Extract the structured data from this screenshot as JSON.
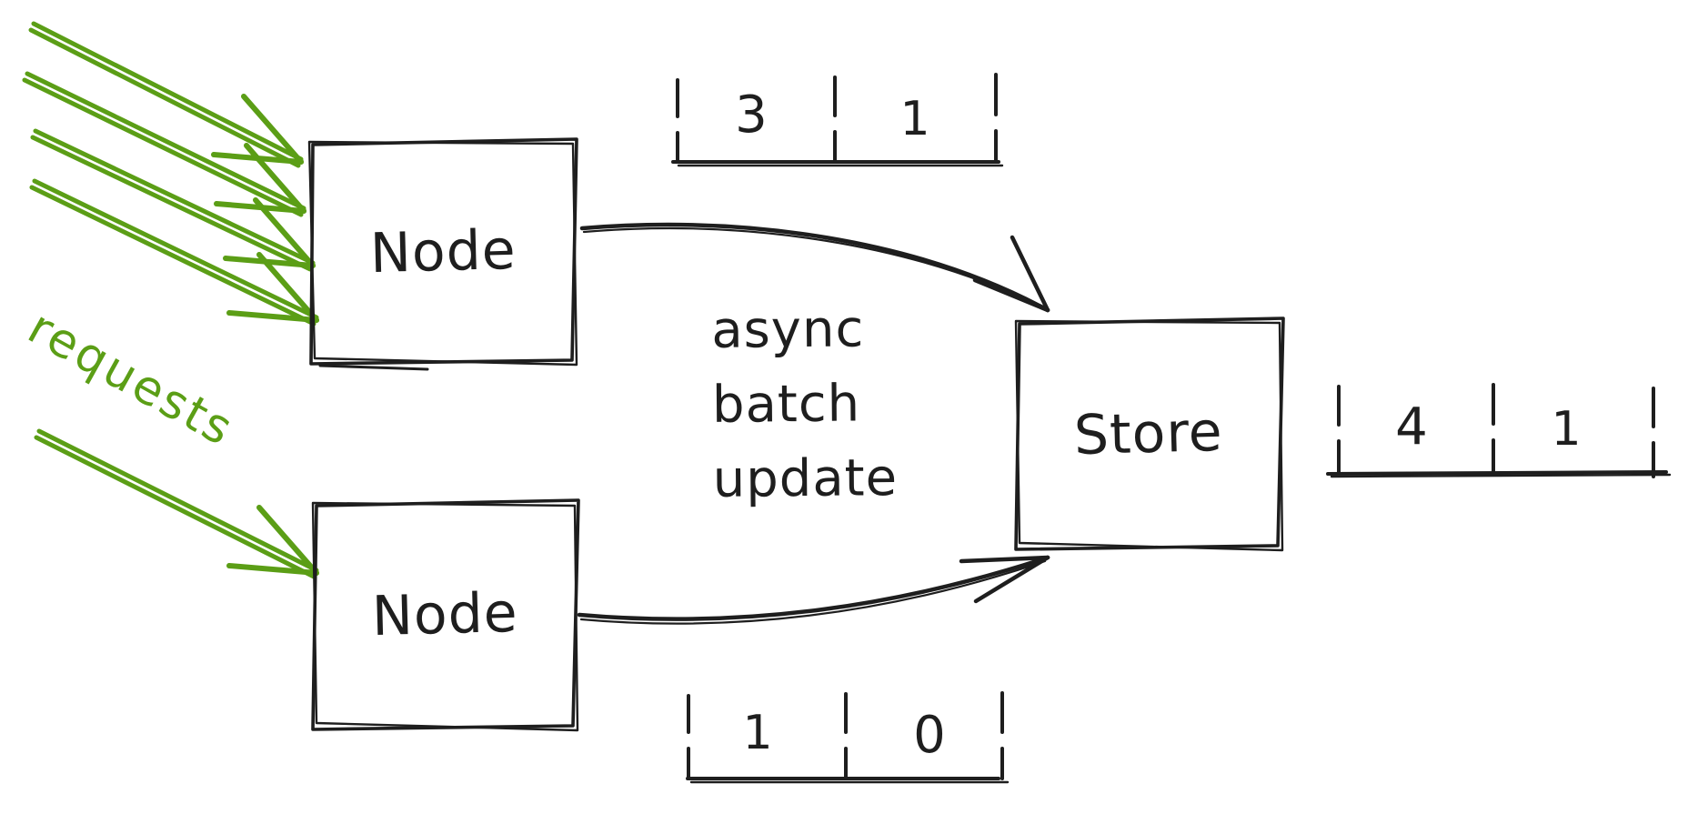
{
  "diagram": {
    "colors": {
      "ink": "#1e1e1e",
      "accent_green": "#5b9e16"
    },
    "requests_label": "requests",
    "nodes": [
      {
        "label": "Node"
      },
      {
        "label": "Node"
      }
    ],
    "store": {
      "label": "Store"
    },
    "edge_label_lines": [
      "async",
      "batch",
      "update"
    ],
    "counters": {
      "node_top": {
        "cells": [
          "3",
          "1"
        ]
      },
      "node_bottom": {
        "cells": [
          "1",
          "0"
        ]
      },
      "store": {
        "cells": [
          "4",
          "1"
        ]
      }
    }
  }
}
